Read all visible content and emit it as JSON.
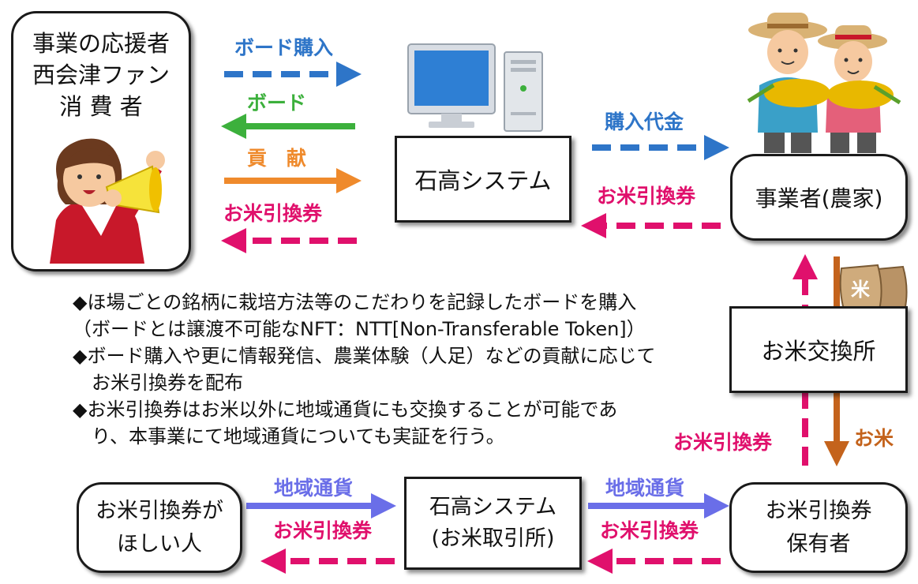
{
  "nodes": {
    "supporter": {
      "lines": [
        "事業の応援者",
        "西会津ファン",
        "消 費 者"
      ]
    },
    "system_top": {
      "label": "石高システム"
    },
    "farmer": {
      "label": "事業者(農家)"
    },
    "exchange": {
      "label": "お米交換所"
    },
    "holder": {
      "lines": [
        "お米引換券",
        "保有者"
      ]
    },
    "system_bottom": {
      "lines": [
        "石高システム",
        "(お米取引所)"
      ]
    },
    "wanter": {
      "lines": [
        "お米引換券が",
        "ほしい人"
      ]
    }
  },
  "flows": {
    "board_purchase": "ボード購入",
    "board": "ボード",
    "contribution": "貢　献",
    "voucher": "お米引換券",
    "purchase_money": "購入代金",
    "rice": "お米",
    "local_currency": "地域通貨"
  },
  "notes": [
    "◆ほ場ごとの銘柄に栽培方法等のこだわりを記録したボードを購入",
    "（ボードとは譲渡不可能なNFT：NTT[Non-Transferable Token]）",
    "◆ボード購入や更に情報発信、農業体験（人足）などの貢献に応じて",
    "　お米引換券を配布",
    "◆お米引換券はお米以外に地域通貨にも交換することが可能であ",
    "　り、本事業にて地域通貨についても実証を行う。"
  ],
  "icons": {
    "rice_bag": "米"
  },
  "colors": {
    "blue": "#2e75c8",
    "green": "#3cb03c",
    "orange": "#ef8a2c",
    "pink": "#e0106c",
    "purple": "#6a6ee8",
    "brown": "#c4631c"
  }
}
